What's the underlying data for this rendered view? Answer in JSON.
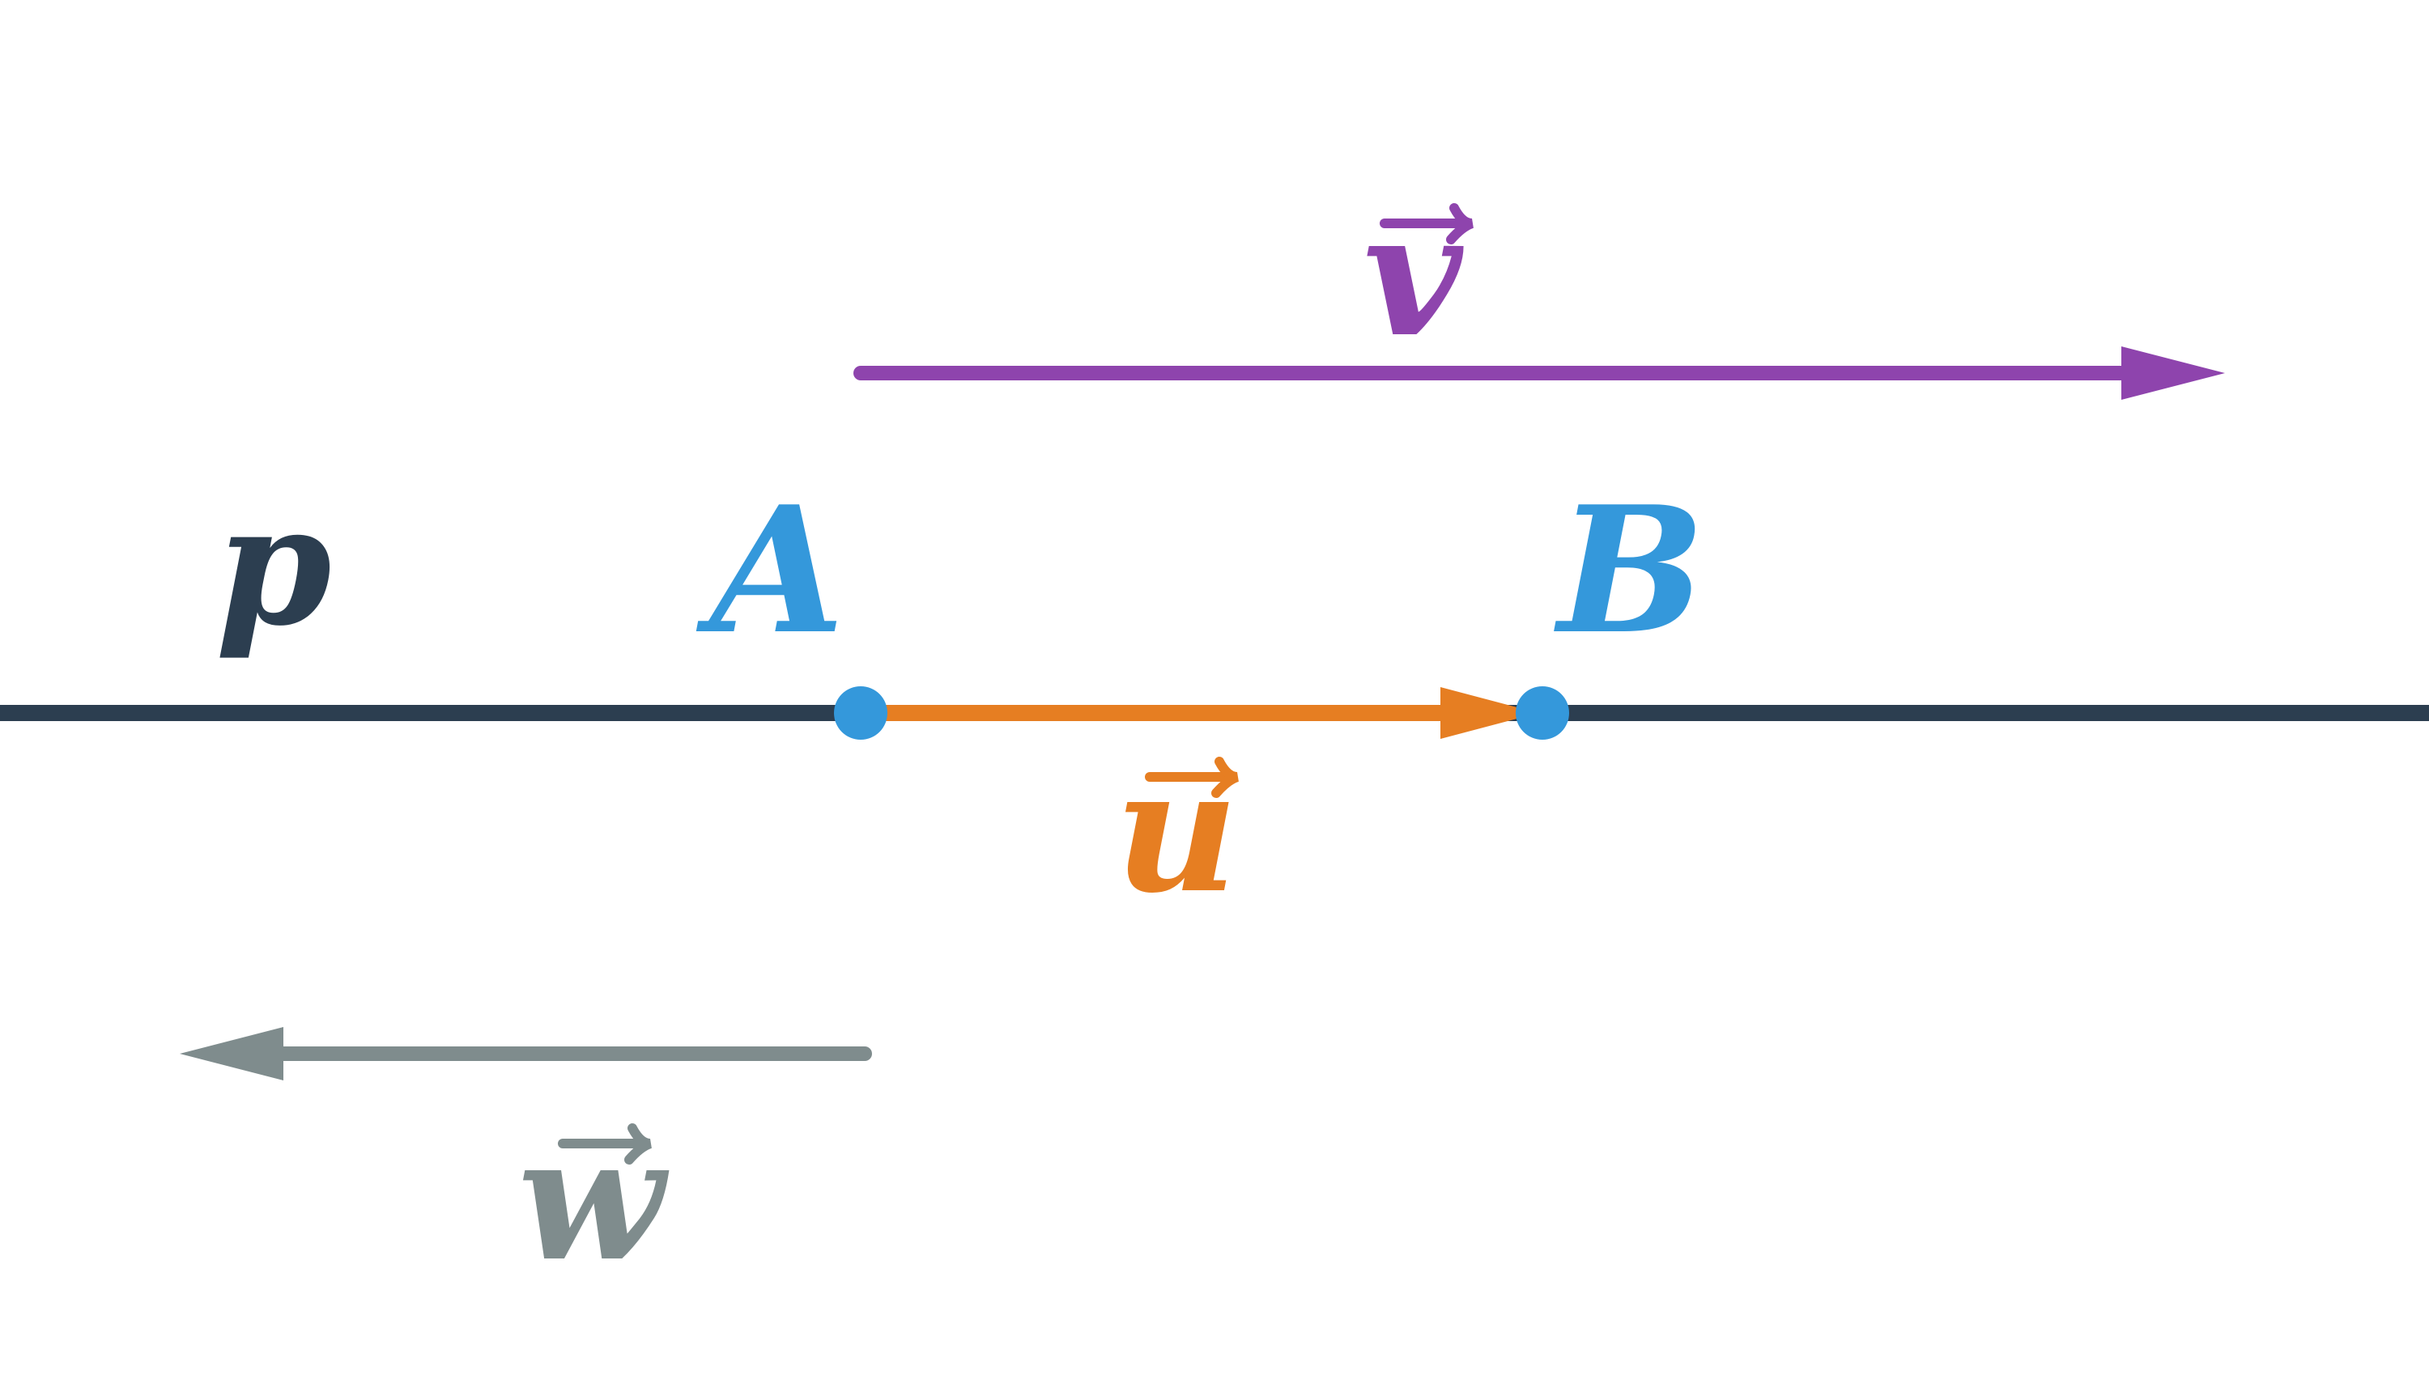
{
  "labels": {
    "line": "p",
    "point_a": "A",
    "point_b": "B",
    "vector_u": "u",
    "vector_v": "v",
    "vector_w": "w"
  },
  "colors": {
    "line": "#2c3e50",
    "points": "#3498db",
    "vector_u": "#e67e22",
    "vector_v": "#8e44ad",
    "vector_w": "#7f8c8d",
    "background": "#ffffff"
  }
}
